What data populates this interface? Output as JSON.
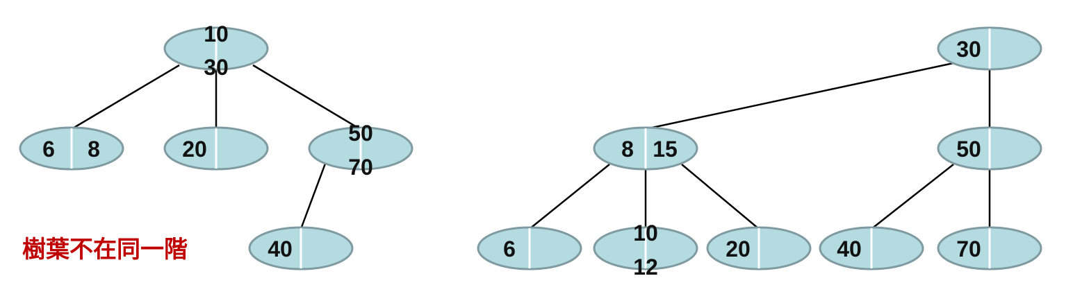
{
  "colors": {
    "node_fill": "#b4dbe0",
    "node_stroke": "#7f9aa0",
    "edge": "#000000",
    "note": "#c00000"
  },
  "left_tree": {
    "note": "樹葉不在同一階",
    "nodes": {
      "root": [
        "10",
        "30"
      ],
      "n6_8": [
        "6",
        "8"
      ],
      "n20": [
        "20"
      ],
      "n50_70": [
        "50",
        "70"
      ],
      "n40": [
        "40"
      ]
    }
  },
  "right_tree": {
    "nodes": {
      "root": [
        "30"
      ],
      "n8_15": [
        "8",
        "15"
      ],
      "n50": [
        "50"
      ],
      "n6": [
        "6"
      ],
      "n10_12": [
        "10",
        "12"
      ],
      "n20": [
        "20"
      ],
      "n40": [
        "40"
      ],
      "n70": [
        "70"
      ]
    }
  }
}
